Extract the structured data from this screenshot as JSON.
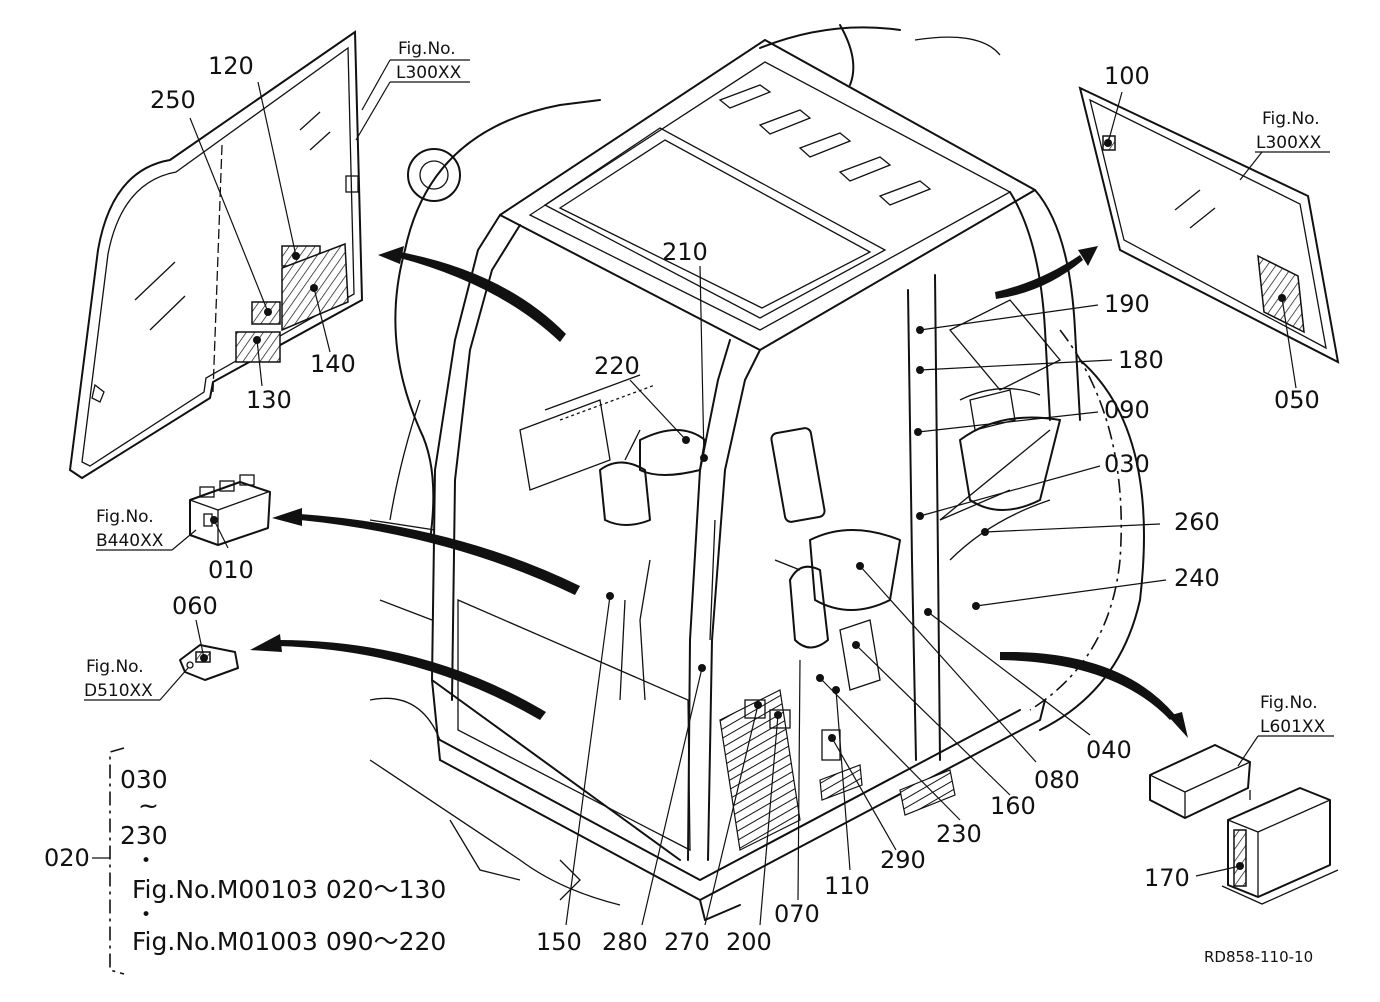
{
  "callouts": {
    "c010": "010",
    "c020": "020",
    "c030": "030",
    "c040": "040",
    "c050": "050",
    "c060": "060",
    "c070": "070",
    "c080": "080",
    "c090": "090",
    "c100": "100",
    "c110": "110",
    "c120": "120",
    "c130": "130",
    "c140": "140",
    "c150": "150",
    "c160": "160",
    "c170": "170",
    "c180": "180",
    "c190": "190",
    "c200": "200",
    "c210": "210",
    "c220": "220",
    "c230": "230",
    "c240": "240",
    "c250": "250",
    "c260": "260",
    "c270": "270",
    "c280": "280",
    "c290": "290"
  },
  "fig_refs": {
    "fig_label": "Fig.No.",
    "left_window": "L300XX",
    "right_window": "L300XX",
    "switch_box": "B440XX",
    "small_bracket": "D510XX",
    "controller": "L601XX"
  },
  "legend": {
    "range_top": "030",
    "tilde": "~",
    "range_bottom": "230",
    "bullet": "•",
    "ref_1": "Fig.No.M00103  020～130",
    "ref_2": "Fig.No.M01003  090～220"
  },
  "drawing_code": "RD858-110-10"
}
